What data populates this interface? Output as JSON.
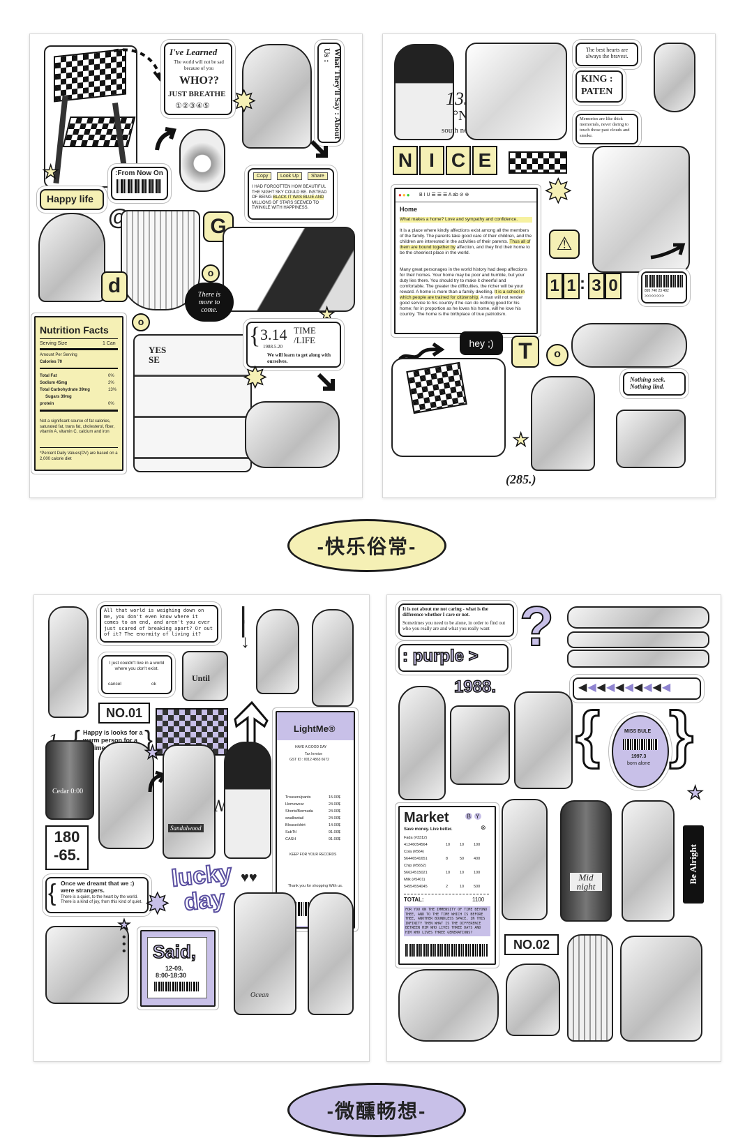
{
  "sections": {
    "section1_title": "-快乐俗常-",
    "section2_title": "-微醺畅想-"
  },
  "colors": {
    "accent_yellow": "#f5f0b5",
    "accent_lavender": "#c8c0e8",
    "outline": "#1c1c1c"
  },
  "sheet1": {
    "learned_title": "I've Learned",
    "learned_body": "The world will not be sad because of you",
    "who": "WHO??",
    "breathe": "JUST BREATHE",
    "numbers": "①②③④⑤",
    "vertical": "What They'll Say : About Us :",
    "from_now": ":From Now On",
    "happy": "Happy life",
    "at": "@",
    "letter_g": "G",
    "letter_d": "d",
    "letter_o": "o",
    "toolbar_copy": "Copy",
    "toolbar_look": "Look Up",
    "toolbar_share": "Share",
    "forgotten_1": "I HAD FORGOTTEN HOW BEAUTIFUL THE NIGHT SKY COULD BE. INSTEAD OF BEING",
    "forgotten_hl": "BLACK IT WAS BLUE AND",
    "forgotten_2": "MILLIONS OF STARS SEEMED TO TWINKLE WITH HAPPINESS.",
    "more": "There is more to come.",
    "nutrition_title": "Nutrition Facts",
    "serving": "Serving Size",
    "serving_val": "1 Can",
    "amount": "Amount Per Serving",
    "calories": "Calories 70",
    "rows": [
      {
        "k": "Total Fat",
        "v": "0%"
      },
      {
        "k": "Sodium 45mg",
        "v": "2%"
      },
      {
        "k": "Total Carbohydrate 39mg",
        "v": "13%"
      },
      {
        "k": "Sugars 39mg",
        "v": ""
      },
      {
        "k": "protein",
        "v": "0%"
      }
    ],
    "note": "Not a significant source of fat calories, saturated fat, trans fat, cholesterol, fiber, vitamin A, vitamin C, calcium and iron",
    "daily": "*Percent Daily Values(DV) are based on a 2,000 calorie diet",
    "time_title": "3.14",
    "time_right": "TIME /LIFE",
    "time_date": "1988.5.20",
    "time_body": "We will learn to get along with ourselves.",
    "yes_sign": "YES SE"
  },
  "sheet2": {
    "coord_num": "135",
    "coord_n": "°N",
    "coord_sub": "south noth",
    "hearts": "The best hearts are always the bravest.",
    "king": "KING : PATEN",
    "memories": "Memories are like thick memorials, never daring to touch those past clouds and smoke.",
    "nice": [
      "N",
      "I",
      "C",
      "E"
    ],
    "editor_tools": "B I U  ☰ ☰ ☰  A ab  ⊘  ⊕",
    "home_title": "Home",
    "home_q": "What makes a home? Love and sympathy and confidence.",
    "home_p1a": "It is a place where kindly affections exist among all the members of the family. The parents take good care of their children, and the children are interested in the activities of their parents.",
    "home_p1hl": "Thus all of them are bound together by",
    "home_p1b": "affection, and they find their home to be the cheeriest place in the world.",
    "home_p2a": "Many great personages in the world history had deep affections for their homes. Your home may be poor and humble, but your duty lies there. You should try to make it cheerful and comfortable. The greater the difficulties, the richer will be your reward. A home is more than a family dwelling.",
    "home_p2hl": "It is a school in which people are trained for citizenship.",
    "home_p2b": "A man will not render good service to his country if he can do nothing good for his home; for in proportion as he loves his home, will he love his country. The home is the birthplace of true patriotism.",
    "clock": [
      "1",
      "1",
      ":",
      "3",
      "0"
    ],
    "barcode_num": "895  740 23  482",
    "hey": "hey ;)",
    "letter_t": "T",
    "letter_o": "o",
    "nothing": "Nothing seek. Nothing lind.",
    "count": "(285.)"
  },
  "sheet3": {
    "weighing": "All that world is weighing down on me, you don't even know where it comes to an end, and aren't you ever just scared of breaking apart? Or out of it? The enormity of living it?",
    "dialog_text": "I just couldn't live in a world where you don't exist.",
    "dialog_cancel": "cancel",
    "dialog_ok": "ok",
    "candle": "Until",
    "no01": "NO.01",
    "one": "1.",
    "happy_look": "Happy is looks for a warm person for a lifetime.",
    "can_label": "Cedar 0:00",
    "r180": "180 -65.",
    "receipt_title": "LightMe®",
    "receipt_sub": "HAVE A GOOD DAY",
    "receipt_tax": "Tax Invoice",
    "receipt_gst": "GST ID : 0012 4863 6672",
    "receipt_items": [
      {
        "k": "Trousers/pants",
        "v": "15.00$"
      },
      {
        "k": "Homewear",
        "v": "24.00$"
      },
      {
        "k": "Shorts/Bermuda",
        "v": "24.00$"
      },
      {
        "k": "swallowtail",
        "v": "24.00$"
      },
      {
        "k": "Blouse/shirt",
        "v": "14.00$"
      },
      {
        "k": "SubTtl",
        "v": "91.00$"
      },
      {
        "k": "CASH",
        "v": "91.00$"
      }
    ],
    "receipt_keep": "KEEP FOR YOUR RECORDS",
    "receipt_thanks": "Thank you for shopping With us.",
    "bottle_label": "Sandalwood",
    "lucky": "lucky day",
    "dreamt_title": "Once we dreamt that we :) were strangers.",
    "dreamt_body": "There is a quiet, to the heart by the world. There is a kind of joy, from this kind of quiet.",
    "said": "Said,",
    "said_date": "12-09.",
    "said_time": "8:00-18:30",
    "ocean": "Ocean"
  },
  "sheet4": {
    "not_about": "It is not about me not caring - what is the difference whether I care or not.",
    "sometimes": "Sometimes you need to be alone, in order to find out who you really are and what you really want",
    "purple": ": purple >",
    "question": "?",
    "year": "1988.",
    "miss": "MISS BULE",
    "miss_year": "1997.3",
    "born": "born alone",
    "market_title": "Market",
    "market_sub": "Save money. Live better.",
    "market_rows": [
      {
        "k": "Fada (#3312)",
        "a": "",
        "b": "",
        "c": ""
      },
      {
        "k": "41246054564",
        "a": "10",
        "b": "10",
        "c": "100"
      },
      {
        "k": "Cola (#564)",
        "a": "",
        "b": "",
        "c": ""
      },
      {
        "k": "56446541651",
        "a": "8",
        "b": "50",
        "c": "400"
      },
      {
        "k": "Chip (#5652)",
        "a": "",
        "b": "",
        "c": ""
      },
      {
        "k": "56624515021",
        "a": "10",
        "b": "10",
        "c": "100"
      },
      {
        "k": "Milk (#5401)",
        "a": "",
        "b": "",
        "c": ""
      },
      {
        "k": "54554554045",
        "a": "2",
        "b": "10",
        "c": "500"
      }
    ],
    "market_total_k": "TOTAL:",
    "market_total_v": "1100",
    "market_note": "FOR YOU ON THE IMMENSITY OF TIME BEYOND THEE, AND TO THE TIME WHICH IS BEFORE THEE, ANOTHER BOUNDLESS SPACE, IN THIS INFINITY THEN WHAT IS THE DIFFERENCE BETWEEN HIM WHO LIVES THREE DAYS AND HIM WHO LIVES THREE GENERATIONS?",
    "no02": "NO.02",
    "midnight": "Mid night",
    "alright": "Be Alright"
  }
}
